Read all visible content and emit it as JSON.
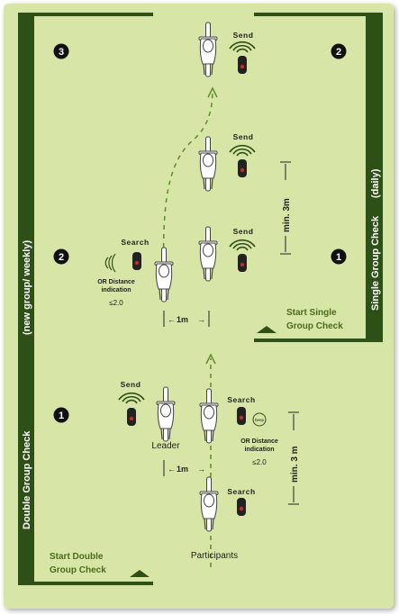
{
  "colors": {
    "background": "#d7e6a6",
    "frame_dark": "#2d5016",
    "frame_text": "#ffffff",
    "heading_text": "#4a6b1a",
    "gear_body": "#222222",
    "gear_light": "#c62828",
    "gear_light_alt": "#f2c811",
    "path_dash": "#5f8a2a"
  },
  "left_bar": {
    "label_bottom": "Double Group Check",
    "label_top": "(new group/ weekly)"
  },
  "right_bar": {
    "label_bottom": "Single Group Check",
    "label_top": "(daily)"
  },
  "steps": {
    "one": "1",
    "two": "2",
    "three": "3"
  },
  "labels": {
    "send": "Send",
    "search": "Search",
    "or_distance": [
      "OR Distance",
      "indication"
    ],
    "distance_value": "≤2.0",
    "beep": "beep",
    "min_3m_upper": "min. 3m",
    "min_3m_lower": "min. 3 m",
    "one_meter": "1m",
    "leader": "Leader",
    "participants": "Participants",
    "start_single": [
      "Start Single",
      "Group Check"
    ],
    "start_double": [
      "Start Double",
      "Group Check"
    ]
  }
}
